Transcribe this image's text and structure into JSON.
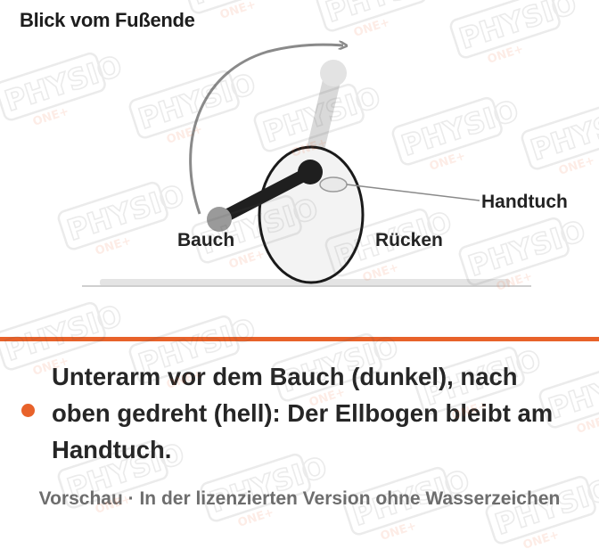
{
  "view_label": "Blick vom Fußende",
  "diagram": {
    "label_belly": "Bauch",
    "label_back": "Rücken",
    "label_towel": "Handtuch"
  },
  "caption": "Unterarm vor dem Bauch (dunkel), nach oben gedreht (hell): Der Ellbogen bleibt am Handtuch.",
  "footer_note": "Vorschau · In der lizenzierten Version ohne Wasserzeichen",
  "watermark": {
    "text": "PHYSIO",
    "subtext": "ONE+"
  },
  "colors": {
    "accent": "#e8622a",
    "arm_dark": "#1f1f1f",
    "arm_light": "#d9d9d9"
  }
}
